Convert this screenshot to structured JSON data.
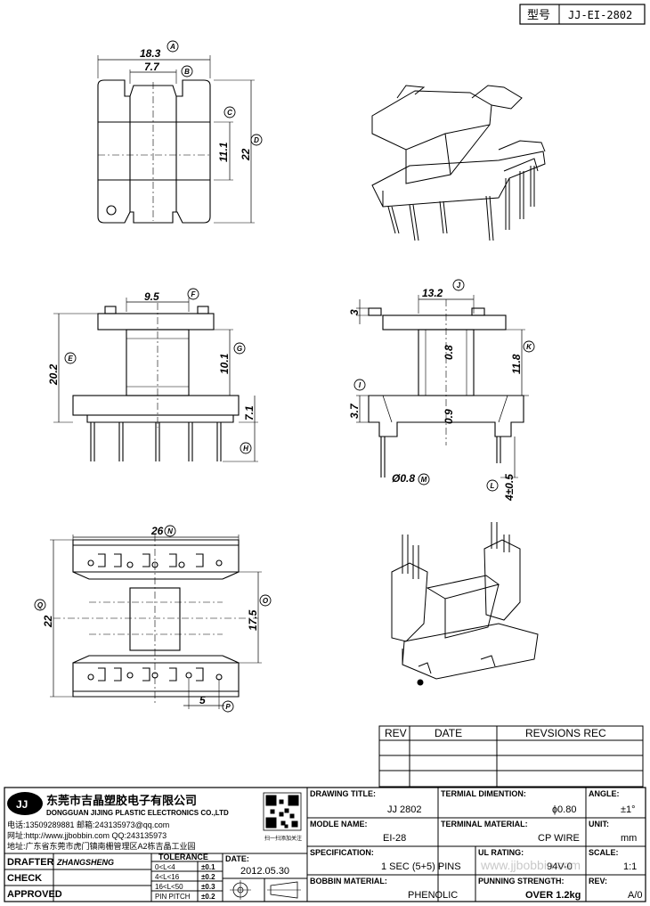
{
  "header": {
    "type_label": "型号",
    "model_code": "JJ-EI-2802"
  },
  "dims": {
    "A": "18.3",
    "B": "7.7",
    "C": "11.1",
    "D": "22",
    "F": "9.5",
    "E": "20.2",
    "G": "10.1",
    "H": "7.1",
    "J": "13.2",
    "top_3": "3",
    "wall_08": "0.8",
    "K": "11.8",
    "I": "3.7",
    "wall_09": "0.9",
    "M": "Ø0.8",
    "L": "4±0.5",
    "N": "26",
    "Q": "22",
    "O": "17.5",
    "P": "5"
  },
  "letters": [
    "A",
    "B",
    "C",
    "D",
    "E",
    "F",
    "G",
    "H",
    "I",
    "J",
    "K",
    "L",
    "M",
    "N",
    "O",
    "P",
    "Q"
  ],
  "revision_table": {
    "col_rev": "REV",
    "col_date": "DATE",
    "col_rec": "REVSIONS REC"
  },
  "company": {
    "logo": "JJ",
    "name_cn": "东莞市吉晶塑胶电子有限公司",
    "name_en": "DONGGUAN JIJING PLASTIC ELECTRONICS CO.,LTD",
    "phone": "电话:13509289881   邮箱:243135973@qq.com",
    "web": "网址:http://www.jjbobbin.com  QQ:243135973",
    "address": "地址:广东省东莞市虎门镇南栅管理区A2栋吉晶工业园",
    "qr_caption": "扫一扫添加关注"
  },
  "title_block": {
    "drawing_title_label": "DRAWING TITLE:",
    "drawing_title": "JJ  2802",
    "terminal_dim_label": "TERMIAL DIMENTION:",
    "terminal_dim": "ɸ0.80",
    "angle_label": "ANGLE:",
    "angle": "±1°",
    "model_name_label": "MODLE NAME:",
    "model_name": "EI-28",
    "terminal_material_label": "TERMINAL MATERIAL:",
    "terminal_material": "CP WIRE",
    "unit_label": "UNIT:",
    "unit": "mm",
    "spec_label": "SPECIFICATION:",
    "spec": "1 SEC (5+5) PINS",
    "ul_label": "UL RATING:",
    "ul": "94V-0",
    "scale_label": "SCALE:",
    "scale": "1:1",
    "bobbin_label": "BOBBIN  MATERIAL:",
    "bobbin": "PHENOLIC",
    "pin_strength_label": "PUNNING STRENGTH:",
    "pin_strength": "OVER  1.2kg",
    "rev_label": "REV:",
    "rev": "A/0",
    "drafter_label": "DRAFTER",
    "drafter": "ZHANGSHENG",
    "check_label": "CHECK",
    "approved_label": "APPROVED",
    "tolerance_label": "TOLERANCE",
    "tol_rows": [
      {
        "range": "0<L<4",
        "tol": "±0.1"
      },
      {
        "range": "4<L<16",
        "tol": "±0.2"
      },
      {
        "range": "16<L<50",
        "tol": "±0.3"
      },
      {
        "range": "PIN PITCH",
        "tol": "±0.2"
      }
    ],
    "date_label": "DATE:",
    "date": "2012.05.30"
  },
  "watermark": "www.jjbobbin.com"
}
